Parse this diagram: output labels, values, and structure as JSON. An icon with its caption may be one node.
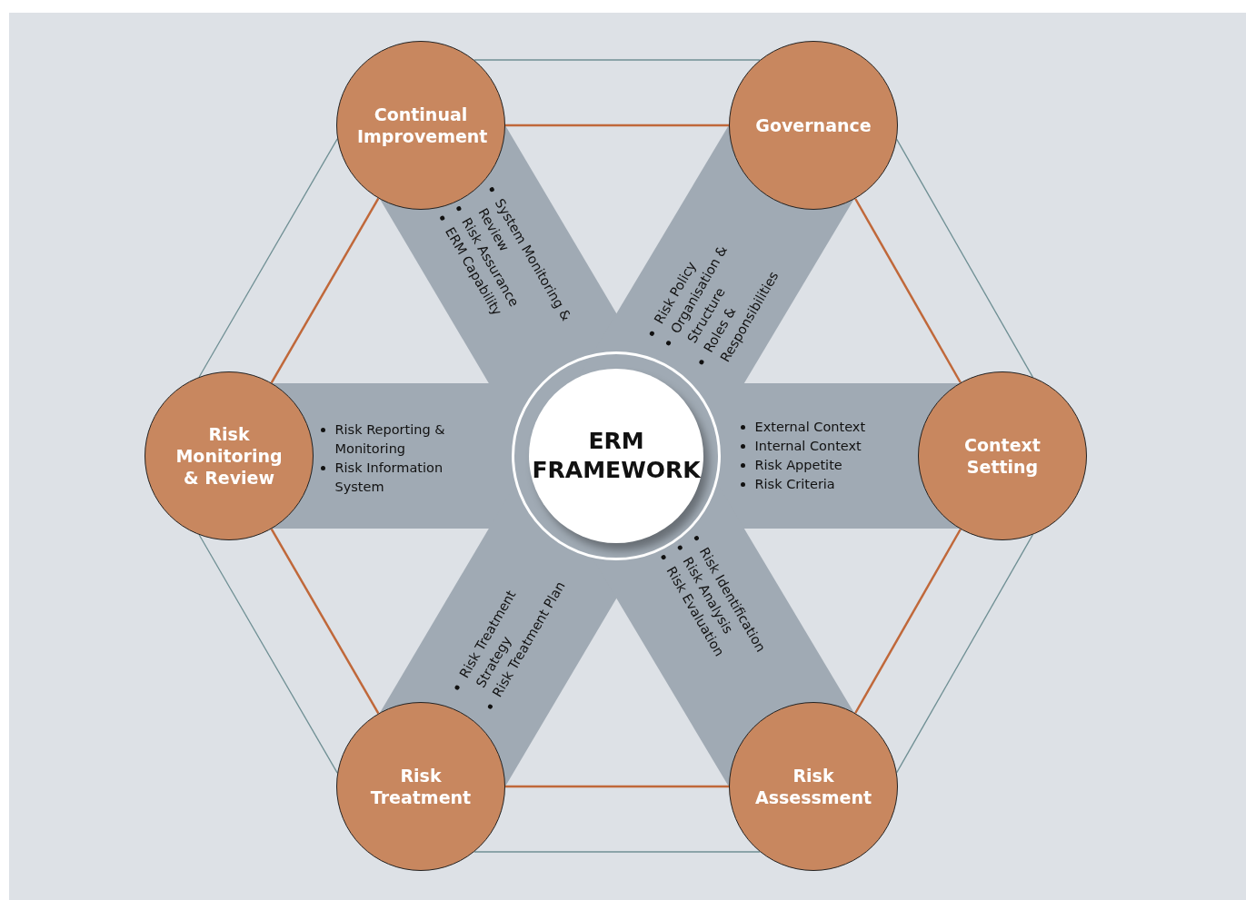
{
  "diagram": {
    "nodes": [
      {
        "text": [
          "Continual Improvement"
        ],
        "beside": [
          "System Monitoring & Review",
          "Risk Assurance",
          "ERM Capability"
        ]
      },
      {
        "text": [
          "Governance"
        ],
        "beside": [
          "Risk Policy",
          "Organisation & Structure",
          "Roles & Responsibilities"
        ]
      },
      {
        "text": [
          "Risk Monitoring & Review"
        ],
        "beside": [
          "Risk Reporting & Monitoring",
          "Risk Information System"
        ]
      },
      {
        "text": [
          "ERM FRAMEWORK"
        ]
      },
      {
        "text": [
          "Context Setting"
        ],
        "beside": [
          "External Context",
          "Internal Context",
          "Risk Appetite",
          "Risk Criteria"
        ]
      },
      {
        "text": [
          "Risk Treatment"
        ],
        "beside": [
          "Risk Treatment Strategy",
          "Risk Treatment Plan"
        ]
      },
      {
        "text": [
          "Risk Assessment"
        ],
        "beside": [
          "Risk Identification",
          "Risk Analysis",
          "Risk Evaluation"
        ]
      }
    ],
    "edges": [
      {
        "from": 0,
        "to": 1,
        "arrow": "none",
        "color": "#c0683a"
      },
      {
        "from": 1,
        "to": 4,
        "arrow": "none",
        "color": "#c0683a"
      },
      {
        "from": 4,
        "to": 6,
        "arrow": "none",
        "color": "#c0683a"
      },
      {
        "from": 6,
        "to": 5,
        "arrow": "none",
        "color": "#c0683a"
      },
      {
        "from": 5,
        "to": 2,
        "arrow": "none",
        "color": "#c0683a"
      },
      {
        "from": 2,
        "to": 0,
        "arrow": "none",
        "color": "#c0683a"
      },
      {
        "from": 0,
        "to": 1,
        "arrow": "none",
        "color": "#6f8f94"
      },
      {
        "from": 1,
        "to": 4,
        "arrow": "none",
        "color": "#6f8f94"
      },
      {
        "from": 4,
        "to": 6,
        "arrow": "none",
        "color": "#6f8f94"
      },
      {
        "from": 6,
        "to": 5,
        "arrow": "none",
        "color": "#6f8f94"
      },
      {
        "from": 5,
        "to": 2,
        "arrow": "none",
        "color": "#6f8f94"
      },
      {
        "from": 2,
        "to": 0,
        "arrow": "none",
        "color": "#6f8f94"
      },
      {
        "from": 3,
        "to": 0,
        "arrow": "none",
        "style": "thick",
        "color": "#a0aab4"
      },
      {
        "from": 3,
        "to": 1,
        "arrow": "none",
        "style": "thick",
        "color": "#a0aab4"
      },
      {
        "from": 3,
        "to": 2,
        "arrow": "none",
        "style": "thick",
        "color": "#a0aab4"
      },
      {
        "from": 3,
        "to": 4,
        "arrow": "none",
        "style": "thick",
        "color": "#a0aab4"
      },
      {
        "from": 3,
        "to": 5,
        "arrow": "none",
        "style": "thick",
        "color": "#a0aab4"
      },
      {
        "from": 3,
        "to": 6,
        "arrow": "none",
        "style": "thick",
        "color": "#a0aab4"
      }
    ]
  }
}
